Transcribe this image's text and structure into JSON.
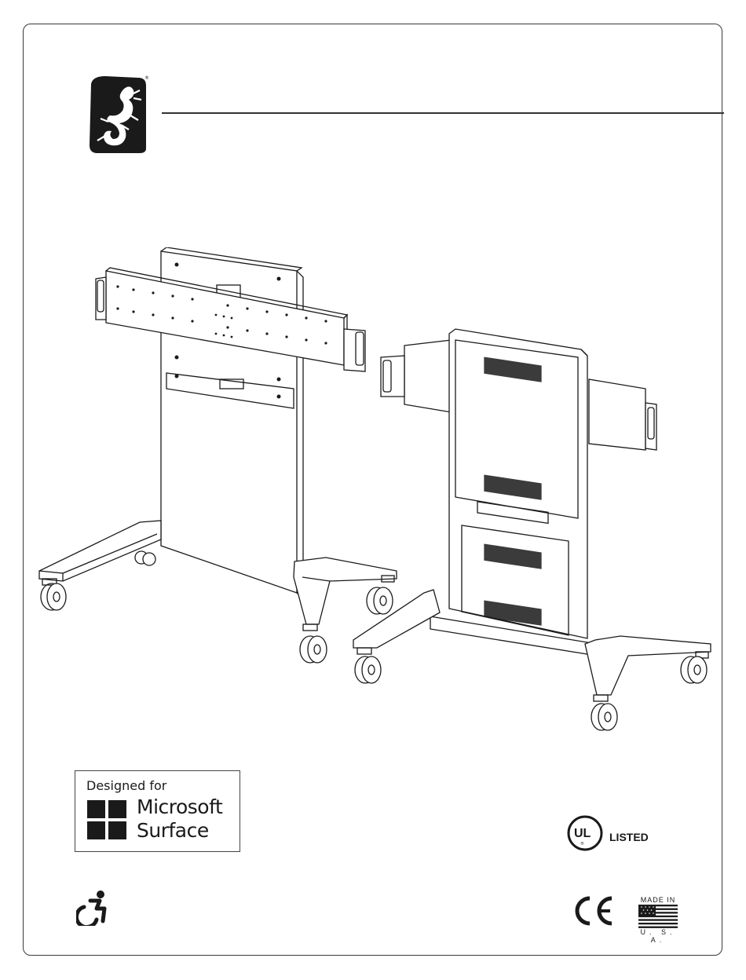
{
  "document": {
    "logo_icon": "salamander-logo-icon",
    "registered_mark": "®"
  },
  "badges": {
    "designed_for": {
      "line1": "Designed for",
      "word1": "Microsoft",
      "word2": "Surface",
      "icon": "windows-tiles-icon"
    },
    "ul": {
      "letters": "UL",
      "listed": "LISTED",
      "registered": "®"
    },
    "ce": {
      "text": "CE"
    },
    "made_in": {
      "top": "MADE IN",
      "bottom": "U. S. A.",
      "icon": "us-flag-icon"
    },
    "accessibility_icon": "accessibility-wheelchair-icon"
  },
  "illustration": {
    "icon": "mobile-display-stand-illustration"
  },
  "colors": {
    "ink": "#1a1a1a",
    "frame": "#3a3a3a",
    "background": "#ffffff"
  }
}
